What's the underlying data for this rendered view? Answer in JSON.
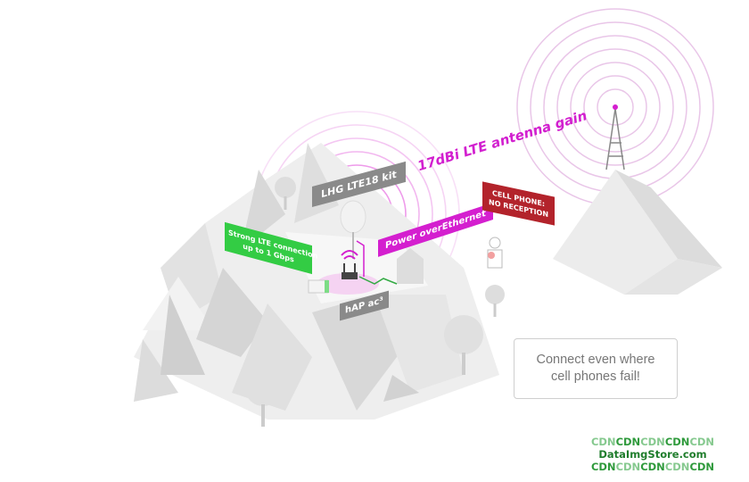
{
  "labels": {
    "kit": "LHG LTE18 kit",
    "antenna_gain": "17dBi LTE antenna gain",
    "poe": "Power overEthernet",
    "cell_phone_line1": "CELL PHONE:",
    "cell_phone_line2": "NO RECEPTION",
    "lte_line1": "Strong LTE connection",
    "lte_line2": "up to 1 Gbps",
    "router": "hAP ac³"
  },
  "callout": {
    "line1": "Connect even where",
    "line2": "cell phones fail!"
  },
  "watermark": {
    "line1a": "CDN",
    "line1b": "CDN",
    "line1c": "CDN",
    "line1d": "CDN",
    "line1e": "CDN",
    "line2": "DataImgStore.com",
    "line3a": "CDN",
    "line3b": "CDN",
    "line3c": "CDN",
    "line3d": "CDN",
    "line3e": "CDN"
  },
  "colors": {
    "magenta": "#d41fcf",
    "green": "#33cc44",
    "red": "#b3232b",
    "gray": "#8a8a8a"
  }
}
